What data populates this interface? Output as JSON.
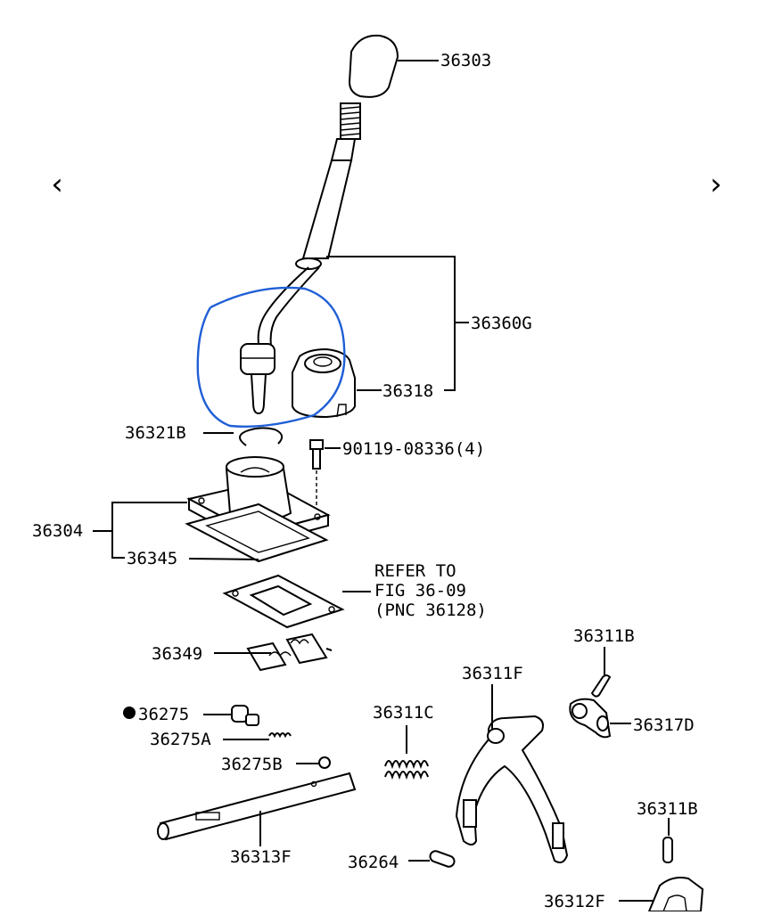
{
  "nav": {
    "prev_icon": "chevron-left-icon",
    "next_icon": "chevron-right-icon"
  },
  "highlight_color": "#1f5fd6",
  "labels": {
    "p36303": "36303",
    "p36360G": "36360G",
    "p36318": "36318",
    "p36321B": "36321B",
    "p90119": "90119-08336(4)",
    "p36304": "36304",
    "p36345": "36345",
    "refer1": "REFER TO",
    "refer2": "FIG 36-09",
    "refer3": "(PNC 36128)",
    "p36349": "36349",
    "p36311B_top": "36311B",
    "p36311F": "36311F",
    "p36317D": "36317D",
    "p36275": "36275",
    "p36275A": "36275A",
    "p36311C": "36311C",
    "p36275B": "36275B",
    "p36313F": "36313F",
    "p36264": "36264",
    "p36311B_bottom": "36311B",
    "p36312F": "36312F"
  }
}
